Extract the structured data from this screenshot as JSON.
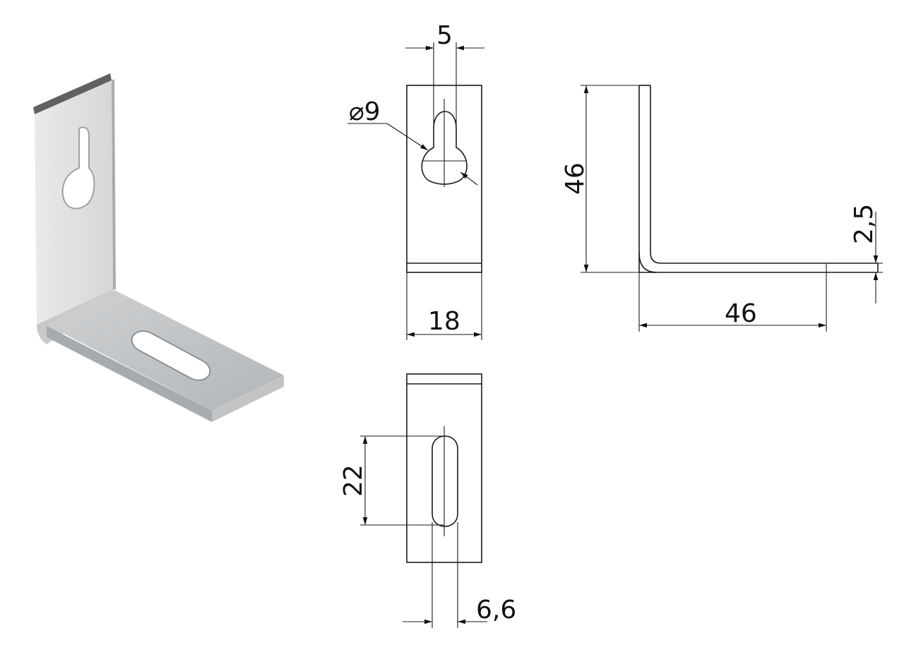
{
  "dimensions": {
    "slot_top_width": "5",
    "hole_diameter": "⌀9",
    "front_width": "18",
    "height": "46",
    "thickness": "2,5",
    "leg_length": "46",
    "slot_length": "22",
    "slot_width": "6,6"
  },
  "colors": {
    "steel_light": "#e2e4e6",
    "steel_mid": "#b9bcbf",
    "steel_dark": "#6c6e70",
    "line": "#1a1a1a"
  }
}
